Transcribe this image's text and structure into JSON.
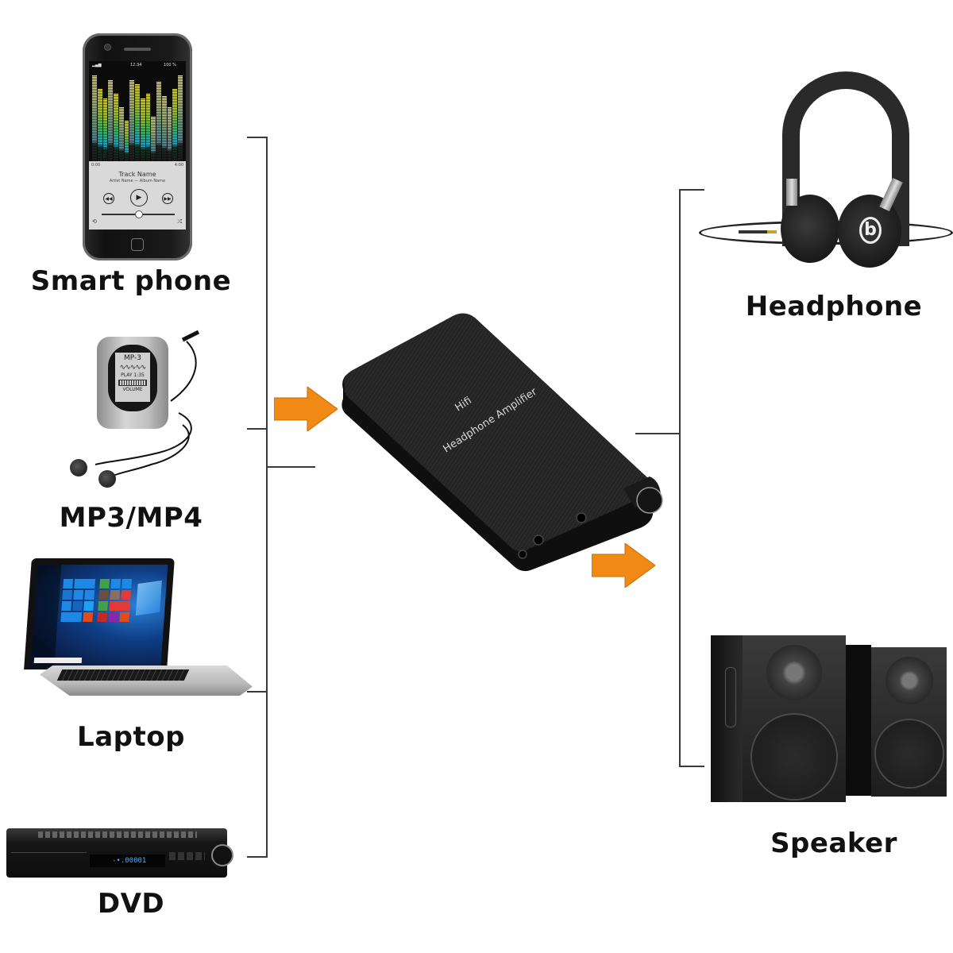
{
  "sources": [
    {
      "id": "smartphone",
      "label": "Smart phone"
    },
    {
      "id": "mp3",
      "label": "MP3/MP4"
    },
    {
      "id": "laptop",
      "label": "Laptop"
    },
    {
      "id": "dvd",
      "label": "DVD"
    }
  ],
  "outputs": [
    {
      "id": "headphone",
      "label": "Headphone"
    },
    {
      "id": "speaker",
      "label": "Speaker"
    }
  ],
  "device": {
    "line1": "Hifi",
    "line2": "Headphone Amplifier"
  },
  "phone_screen": {
    "signal": "▂▄▆",
    "time": "12:34",
    "battery": "100 %",
    "elapsed": "0:00",
    "duration": "4:00",
    "track": "Track Name",
    "artist": "Artist Name — Album Name",
    "volume_level": 0.5
  },
  "mp3_screen": {
    "title": "MP-3",
    "play": "PLAY 1:35",
    "volume": "VOLUME"
  },
  "dvd_display": "-•.00001",
  "headphone_logo": "b",
  "arrow_color": "#F08A14",
  "line_color": "#3A3A3A",
  "icons": {
    "input_arrow": "arrow-right-icon",
    "output_arrow": "arrow-right-icon"
  }
}
